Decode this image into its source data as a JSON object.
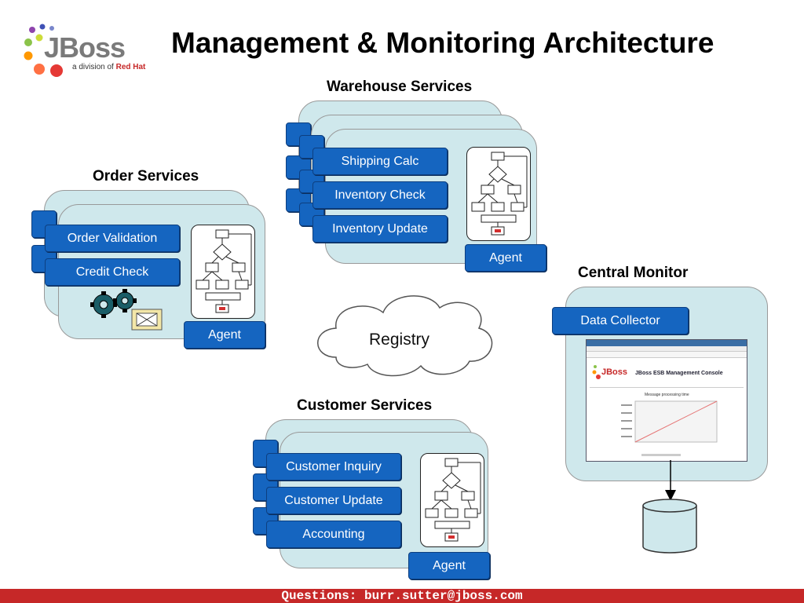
{
  "title": "Management & Monitoring Architecture",
  "logo": {
    "brand": "JBoss",
    "subtitle_prefix": "a division of ",
    "subtitle_brand": "Red Hat"
  },
  "groups": {
    "warehouse": {
      "title": "Warehouse Services",
      "services": [
        "Shipping Calc",
        "Inventory Check",
        "Inventory Update"
      ],
      "agent": "Agent"
    },
    "order": {
      "title": "Order Services",
      "services": [
        "Order Validation",
        "Credit Check"
      ],
      "agent": "Agent"
    },
    "customer": {
      "title": "Customer Services",
      "services": [
        "Customer Inquiry",
        "Customer Update",
        "Accounting"
      ],
      "agent": "Agent"
    },
    "central": {
      "title": "Central Monitor",
      "collector": "Data Collector",
      "console_title": "JBoss ESB Management Console",
      "console_chart_title": "Message processing time"
    }
  },
  "registry": "Registry",
  "footer": "Questions: burr.sutter@jboss.com",
  "colors": {
    "service_blue": "#1565c0",
    "panel_teal": "#cfe8ec",
    "footer_red": "#c62828"
  }
}
